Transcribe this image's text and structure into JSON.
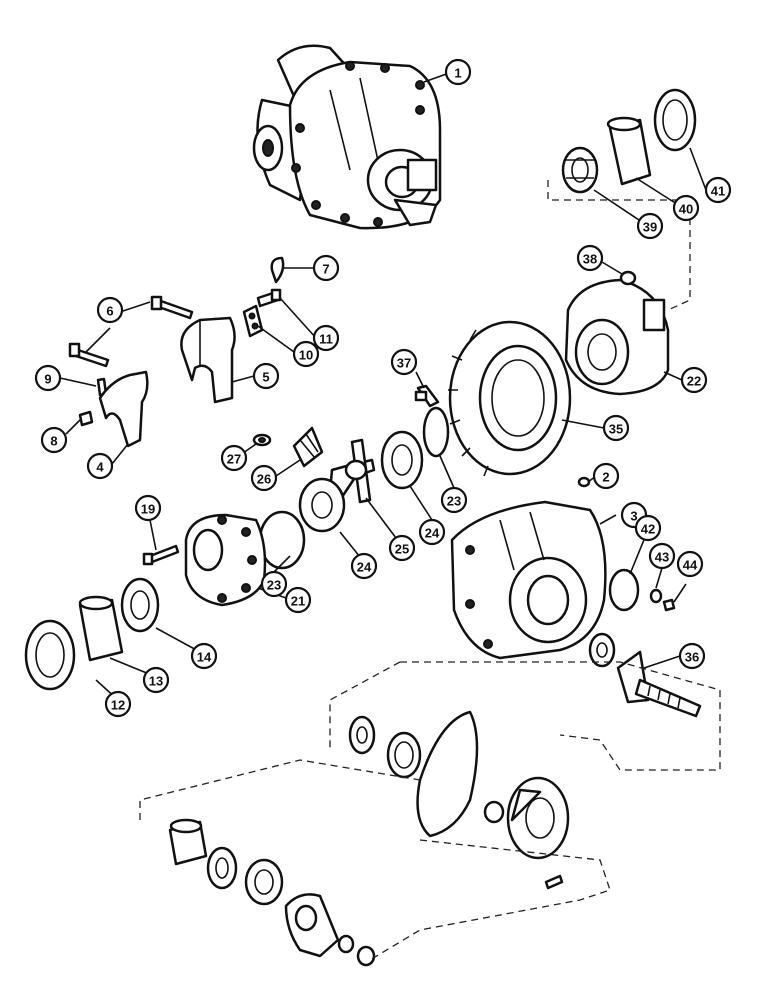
{
  "diagram": {
    "callouts": [
      {
        "label": "1"
      },
      {
        "label": "2"
      },
      {
        "label": "3"
      },
      {
        "label": "4"
      },
      {
        "label": "5"
      },
      {
        "label": "6"
      },
      {
        "label": "7"
      },
      {
        "label": "8"
      },
      {
        "label": "9"
      },
      {
        "label": "10"
      },
      {
        "label": "11"
      },
      {
        "label": "12"
      },
      {
        "label": "13"
      },
      {
        "label": "14"
      },
      {
        "label": "19"
      },
      {
        "label": "21"
      },
      {
        "label": "22"
      },
      {
        "label": "23"
      },
      {
        "label": "23"
      },
      {
        "label": "24"
      },
      {
        "label": "24"
      },
      {
        "label": "25"
      },
      {
        "label": "26"
      },
      {
        "label": "27"
      },
      {
        "label": "35"
      },
      {
        "label": "36"
      },
      {
        "label": "37"
      },
      {
        "label": "38"
      },
      {
        "label": "39"
      },
      {
        "label": "40"
      },
      {
        "label": "41"
      },
      {
        "label": "42"
      },
      {
        "label": "43"
      },
      {
        "label": "44"
      }
    ]
  }
}
